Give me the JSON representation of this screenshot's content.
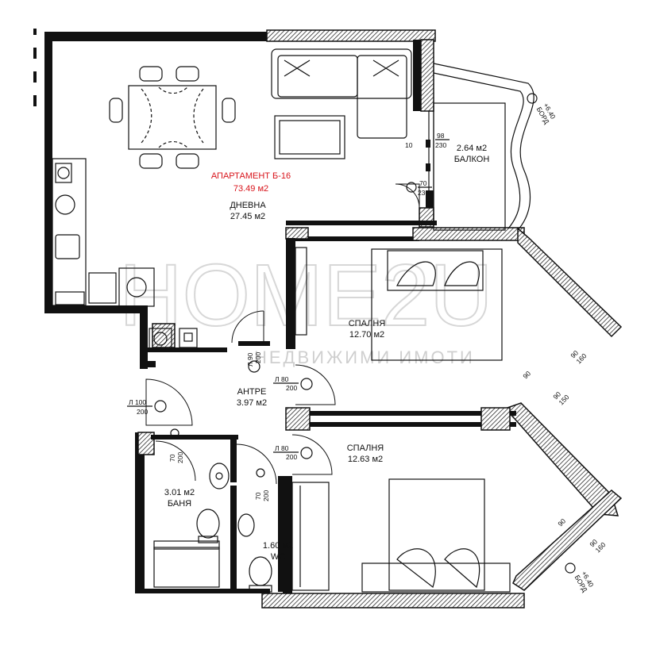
{
  "apartment": {
    "name": "АПАРТАМЕНТ Б-16",
    "area": "73.49 м2"
  },
  "rooms": {
    "living": {
      "name": "ДНЕВНА",
      "area": "27.45 м2"
    },
    "balcony": {
      "name": "БАЛКОН",
      "area": "2.64 м2"
    },
    "bedroom1": {
      "name": "СПАЛНЯ",
      "area": "12.70 м2"
    },
    "bedroom2": {
      "name": "СПАЛНЯ",
      "area": "12.63 м2"
    },
    "hall": {
      "name": "АНТРЕ",
      "area": "3.97 м2"
    },
    "bathroom": {
      "name": "БАНЯ",
      "area": "3.01 м2"
    },
    "wc": {
      "name": "WC",
      "area": "1.60 м2"
    }
  },
  "door_marks": {
    "balcony_window": "98",
    "balcony_window_h": "230",
    "balcony_door": "70",
    "balcony_door_h": "230",
    "wall_thickness": "10",
    "entrance": "Л 100",
    "entrance_h": "200",
    "bedroom1_door": "Л 80",
    "bedroom1_door_h": "200",
    "bedroom2_door": "Л 80",
    "bedroom2_door_h": "200",
    "hall_door": "Л 90",
    "hall_door_h": "200",
    "bath_door": "70",
    "bath_door_h": "200",
    "wc_door": "70",
    "wc_door_h": "200"
  },
  "window_marks": {
    "w1a": "90",
    "w1b": "160",
    "w2a": "90",
    "w2b": "150",
    "w3": "90",
    "w4a": "90",
    "w4b": "160",
    "w5": "90"
  },
  "bord_marks": {
    "top_level": "+6.40",
    "top_label": "БОРД",
    "bottom_level": "+6.40",
    "bottom_label": "БОРД"
  },
  "watermark": {
    "main": "HOME2U",
    "sub": "НЕДВИЖИМИ ИМОТИ"
  }
}
